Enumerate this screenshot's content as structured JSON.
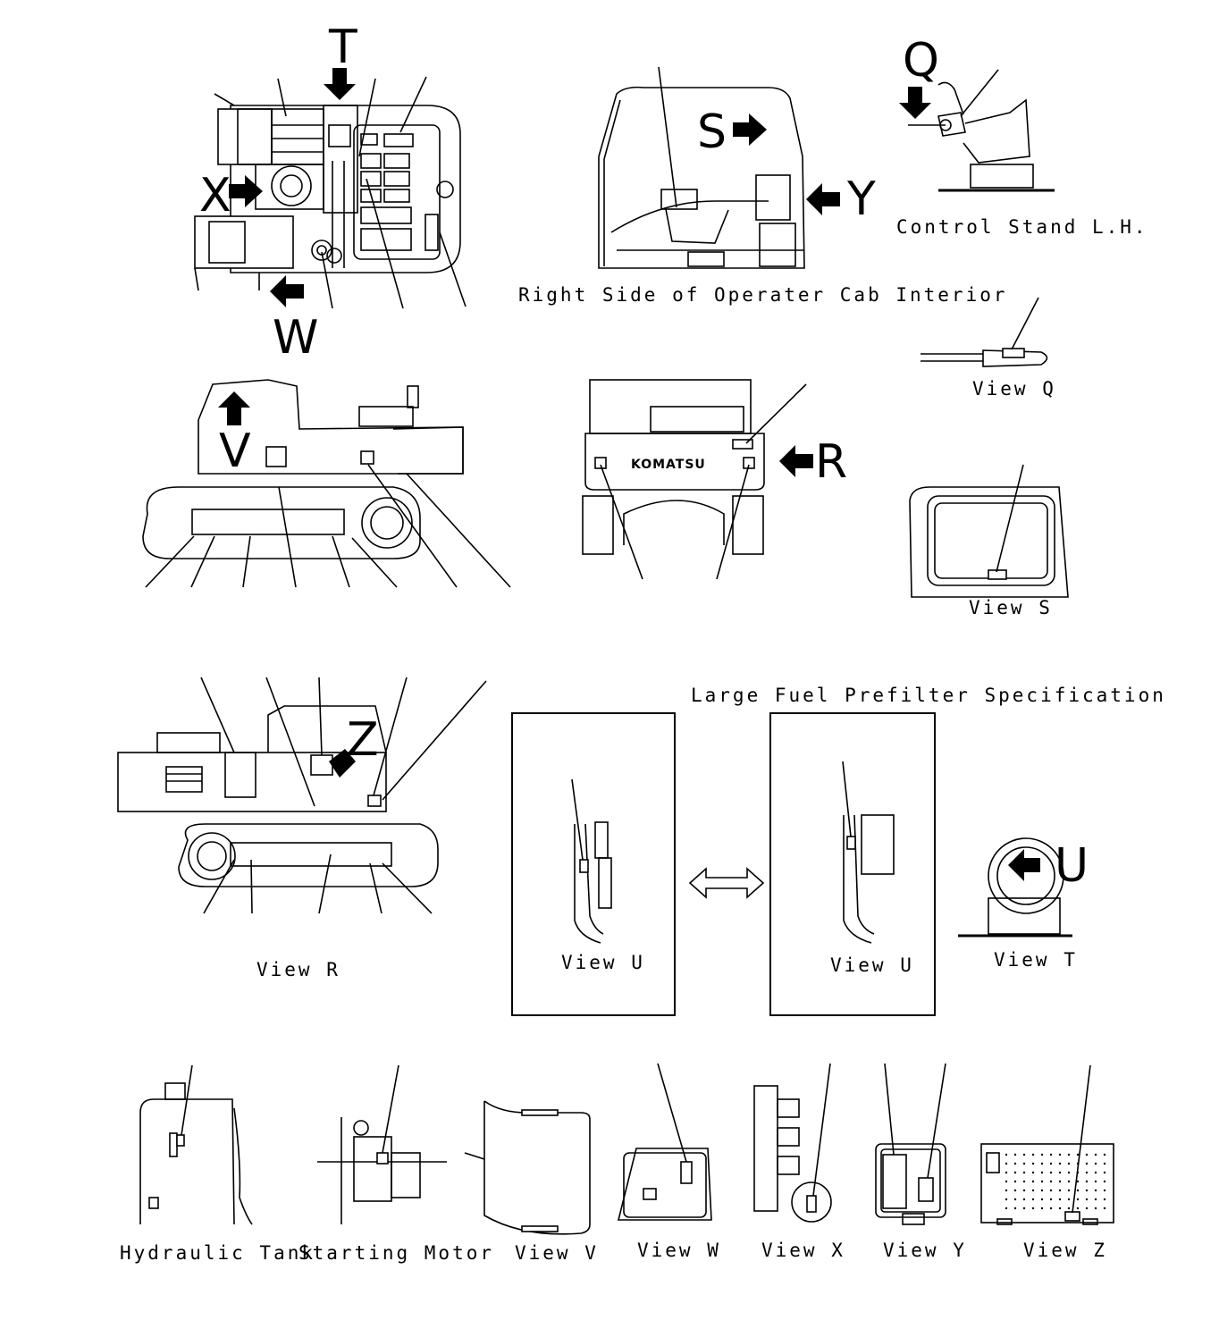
{
  "labels": {
    "cab_interior": "Right Side of Operater Cab Interior",
    "control_stand": "Control Stand L.H.",
    "view_q": "View Q",
    "view_s": "View S",
    "view_r": "View R",
    "fuel_spec": "Large Fuel Prefilter Specification",
    "view_u_1": "View U",
    "view_u_2": "View U",
    "view_t": "View T",
    "hydraulic_tank": "Hydraulic Tank",
    "starting_motor": "Starting Motor",
    "view_v": "View V",
    "view_w": "View W",
    "view_x": "View X",
    "view_y": "View Y",
    "view_z": "View Z"
  },
  "view_letters": {
    "t": "T",
    "x": "X",
    "w": "W",
    "s": "S",
    "y": "Y",
    "q": "Q",
    "v": "V",
    "r": "R",
    "z": "Z",
    "u": "U"
  },
  "brand": "KOMATSU"
}
